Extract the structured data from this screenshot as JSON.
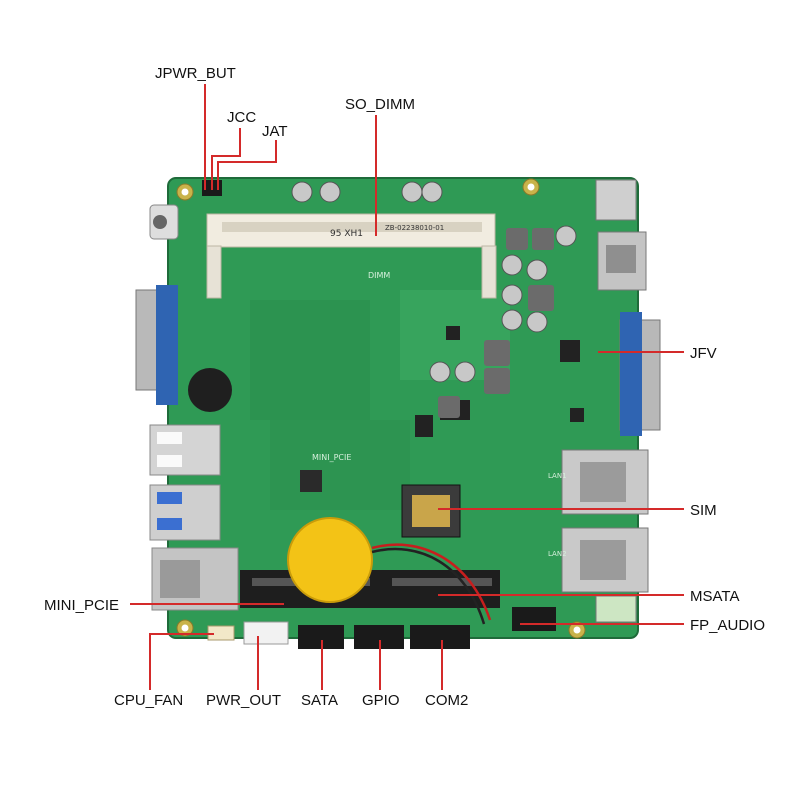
{
  "labels": {
    "jpwr_but": "JPWR_BUT",
    "jcc": "JCC",
    "jat": "JAT",
    "so_dimm": "SO_DIMM",
    "jfv": "JFV",
    "sim": "SIM",
    "msata": "MSATA",
    "fp_audio": "FP_AUDIO",
    "mini_pcie": "MINI_PCIE",
    "cpu_fan": "CPU_FAN",
    "pwr_out": "PWR_OUT",
    "sata": "SATA",
    "gpio": "GPIO",
    "com2": "COM2"
  },
  "board_text": {
    "model": "ZB-02238010-01",
    "slot_marking": "DIMM",
    "pcie_marking": "MINI_PCIE",
    "lan1": "LAN1",
    "lan2": "LAN2",
    "dimm_print": "95 XH1"
  },
  "colors": {
    "pcb": "#2f9a55",
    "pcb_dark": "#247f44",
    "leader": "#d42a2a",
    "battery": "#f3c316",
    "vga_blue": "#2f64b2"
  }
}
